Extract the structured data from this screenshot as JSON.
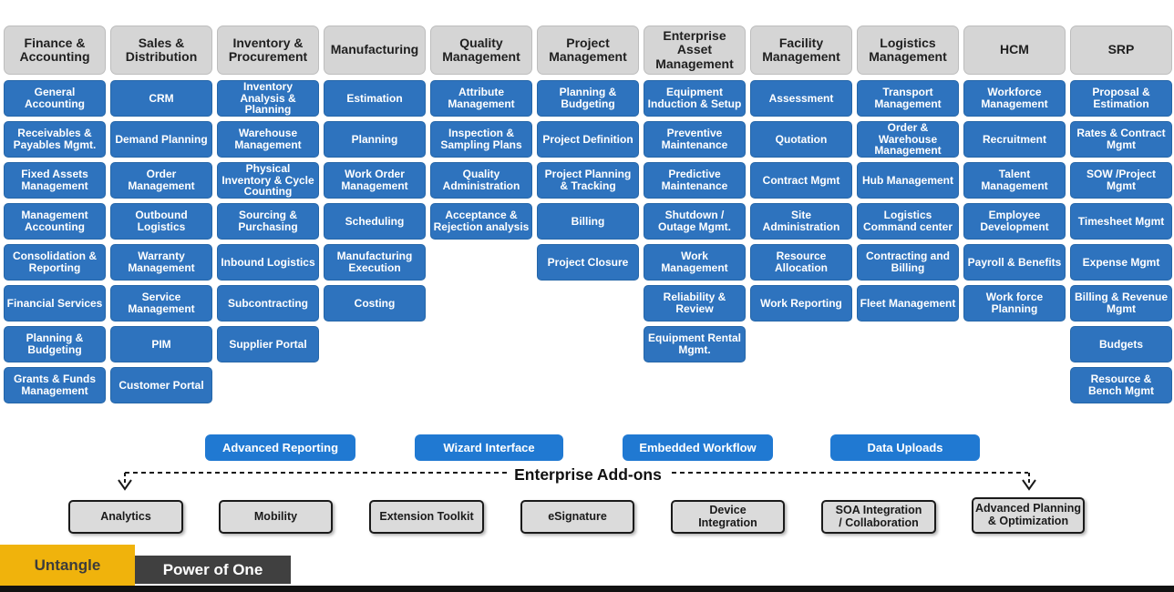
{
  "module_map": {
    "columns": [
      {
        "header": "Finance & Accounting",
        "items": [
          "General Accounting",
          "Receivables & Payables Mgmt.",
          "Fixed Assets Management",
          "Management Accounting",
          "Consolidation & Reporting",
          "Financial Services",
          "Planning & Budgeting",
          "Grants & Funds Management"
        ]
      },
      {
        "header": "Sales & Distribution",
        "items": [
          "CRM",
          "Demand Planning",
          "Order Management",
          "Outbound Logistics",
          "Warranty Management",
          "Service Management",
          "PIM",
          "Customer Portal"
        ]
      },
      {
        "header": "Inventory & Procurement",
        "items": [
          "Inventory Analysis & Planning",
          "Warehouse Management",
          "Physical Inventory & Cycle Counting",
          "Sourcing & Purchasing",
          "Inbound Logistics",
          "Subcontracting",
          "Supplier Portal"
        ]
      },
      {
        "header": "Manufacturing",
        "items": [
          "Estimation",
          "Planning",
          "Work Order Management",
          "Scheduling",
          "Manufacturing Execution",
          "Costing"
        ]
      },
      {
        "header": "Quality Management",
        "items": [
          "Attribute Management",
          "Inspection & Sampling Plans",
          "Quality Administration",
          "Acceptance & Rejection analysis"
        ]
      },
      {
        "header": "Project Management",
        "items": [
          "Planning & Budgeting",
          "Project Definition",
          "Project Planning & Tracking",
          "Billing",
          "Project Closure"
        ]
      },
      {
        "header": "Enterprise Asset Management",
        "items": [
          "Equipment Induction & Setup",
          "Preventive Maintenance",
          "Predictive Maintenance",
          "Shutdown / Outage Mgmt.",
          "Work Management",
          "Reliability & Review",
          "Equipment Rental Mgmt."
        ]
      },
      {
        "header": "Facility Management",
        "items": [
          "Assessment",
          "Quotation",
          "Contract Mgmt",
          "Site Administration",
          "Resource Allocation",
          "Work Reporting"
        ]
      },
      {
        "header": "Logistics Management",
        "items": [
          "Transport Management",
          "Order & Warehouse Management",
          "Hub Management",
          "Logistics Command center",
          "Contracting and Billing",
          "Fleet Management"
        ]
      },
      {
        "header": "HCM",
        "items": [
          "Workforce Management",
          "Recruitment",
          "Talent Management",
          "Employee Development",
          "Payroll & Benefits",
          "Work force Planning"
        ]
      },
      {
        "header": "SRP",
        "items": [
          "Proposal & Estimation",
          "Rates & Contract Mgmt",
          "SOW /Project Mgmt",
          "Timesheet Mgmt",
          "Expense Mgmt",
          "Billing & Revenue Mgmt",
          "Budgets",
          "Resource & Bench Mgmt"
        ]
      }
    ]
  },
  "addons": {
    "toolbar": [
      "Advanced Reporting",
      "Wizard Interface",
      "Embedded Workflow",
      "Data Uploads"
    ],
    "label": "Enterprise Add-ons",
    "tools": [
      "Analytics",
      "Mobility",
      "Extension Toolkit",
      "eSignature",
      "Device\nIntegration",
      "SOA Integration\n/ Collaboration",
      "Advanced Planning\n& Optimization"
    ]
  },
  "footer": {
    "untangle": "Untangle",
    "power_of_one": "Power of One"
  },
  "colors": {
    "module_blue": "#2e73be",
    "header_gray": "#d5d5d5",
    "addon_blue": "#2079d2",
    "addon_gray": "#dbdbdb",
    "brand_yellow": "#f0b30c",
    "brand_dark": "#404040"
  }
}
